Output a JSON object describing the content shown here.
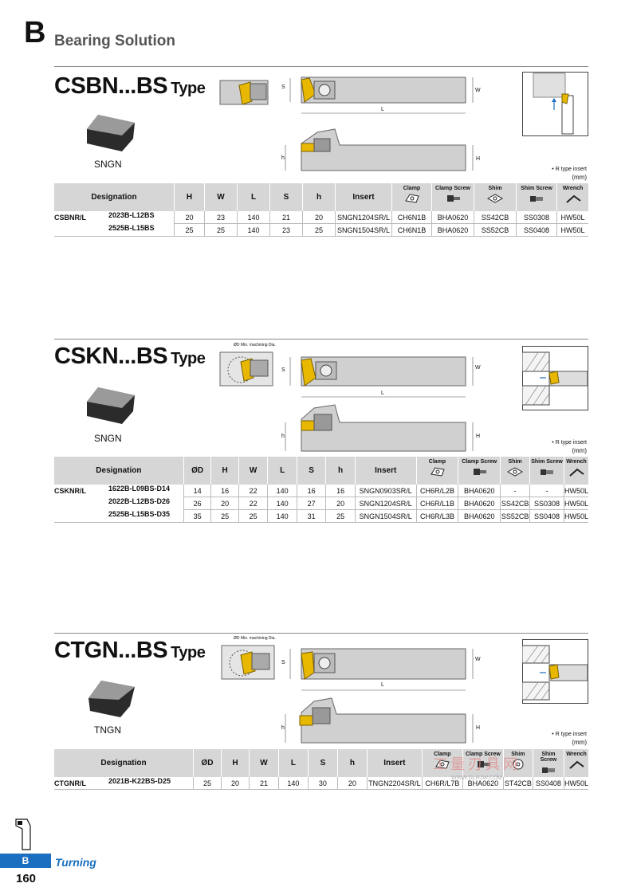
{
  "header": {
    "letter": "B",
    "title": "Bearing Solution"
  },
  "sections": [
    {
      "title": "CSBN...BS",
      "type_word": "Type",
      "insert_shape": "SNGN",
      "dims": {
        "S": "S",
        "W": "W",
        "L": "L",
        "h": "h",
        "H": "H"
      },
      "note": "• R type insert",
      "unit": "(mm)",
      "columns": [
        "Designation",
        "H",
        "W",
        "L",
        "S",
        "h",
        "Insert",
        "Clamp",
        "Clamp Screw",
        "Shim",
        "Shim Screw",
        "Wrench"
      ],
      "series": "CSBNR/L",
      "rows": [
        [
          "2023B-L12BS",
          "20",
          "23",
          "140",
          "21",
          "20",
          "SNGN1204SR/L",
          "CH6N1B",
          "BHA0620",
          "SS42CB",
          "SS0308",
          "HW50L"
        ],
        [
          "2525B-L15BS",
          "25",
          "25",
          "140",
          "23",
          "25",
          "SNGN1504SR/L",
          "CH6N1B",
          "BHA0620",
          "SS52CB",
          "SS0408",
          "HW50L"
        ]
      ]
    },
    {
      "title": "CSKN...BS",
      "type_word": "Type",
      "insert_shape": "SNGN",
      "min_dia_label": "ØD Min. machining Dia.",
      "dims": {
        "S": "S",
        "W": "W",
        "L": "L",
        "h": "h",
        "H": "H"
      },
      "note": "• R type insert",
      "unit": "(mm)",
      "columns": [
        "Designation",
        "ØD",
        "H",
        "W",
        "L",
        "S",
        "h",
        "Insert",
        "Clamp",
        "Clamp Screw",
        "Shim",
        "Shim Screw",
        "Wrench"
      ],
      "series": "CSKNR/L",
      "rows": [
        [
          "1622B-L09BS-D14",
          "14",
          "16",
          "22",
          "140",
          "16",
          "16",
          "SNGN0903SR/L",
          "CH6R/L2B",
          "BHA0620",
          "-",
          "-",
          "HW50L"
        ],
        [
          "2022B-L12BS-D26",
          "26",
          "20",
          "22",
          "140",
          "27",
          "20",
          "SNGN1204SR/L",
          "CH6R/L1B",
          "BHA0620",
          "SS42CB",
          "SS0308",
          "HW50L"
        ],
        [
          "2525B-L15BS-D35",
          "35",
          "25",
          "25",
          "140",
          "31",
          "25",
          "SNGN1504SR/L",
          "CH6R/L3B",
          "BHA0620",
          "SS52CB",
          "SS0408",
          "HW50L"
        ]
      ]
    },
    {
      "title": "CTGN...BS",
      "type_word": "Type",
      "insert_shape": "TNGN",
      "min_dia_label": "ØD Min. machining Dia.",
      "dims": {
        "S": "S",
        "W": "W",
        "L": "L",
        "h": "h",
        "H": "H"
      },
      "note": "• R type insert",
      "unit": "(mm)",
      "columns": [
        "Designation",
        "ØD",
        "H",
        "W",
        "L",
        "S",
        "h",
        "Insert",
        "Clamp",
        "Clamp Screw",
        "Shim",
        "Shim Screw",
        "Wrench"
      ],
      "series": "CTGNR/L",
      "rows": [
        [
          "2021B-K22BS-D25",
          "25",
          "20",
          "21",
          "140",
          "30",
          "20",
          "TNGN2204SR/L",
          "CH6R/L7B",
          "BHA0620",
          "ST42CB",
          "SS0408",
          "HW50L"
        ]
      ]
    }
  ],
  "watermark": {
    "text": "工量刃具网",
    "url": "WWW.GLRJW.COM"
  },
  "footer": {
    "tab": "B",
    "label": "Turning",
    "page": "160"
  },
  "icons": {
    "clamp": "clamp-icon",
    "clamp_screw": "clamp-screw-icon",
    "shim": "shim-icon",
    "shim_screw": "shim-screw-icon",
    "wrench": "wrench-icon"
  },
  "colors": {
    "accent": "#1a6fc0",
    "insert_gold": "#e8b800",
    "header_gray": "#d6d6d6",
    "holder_gray": "#cfcfcf"
  }
}
